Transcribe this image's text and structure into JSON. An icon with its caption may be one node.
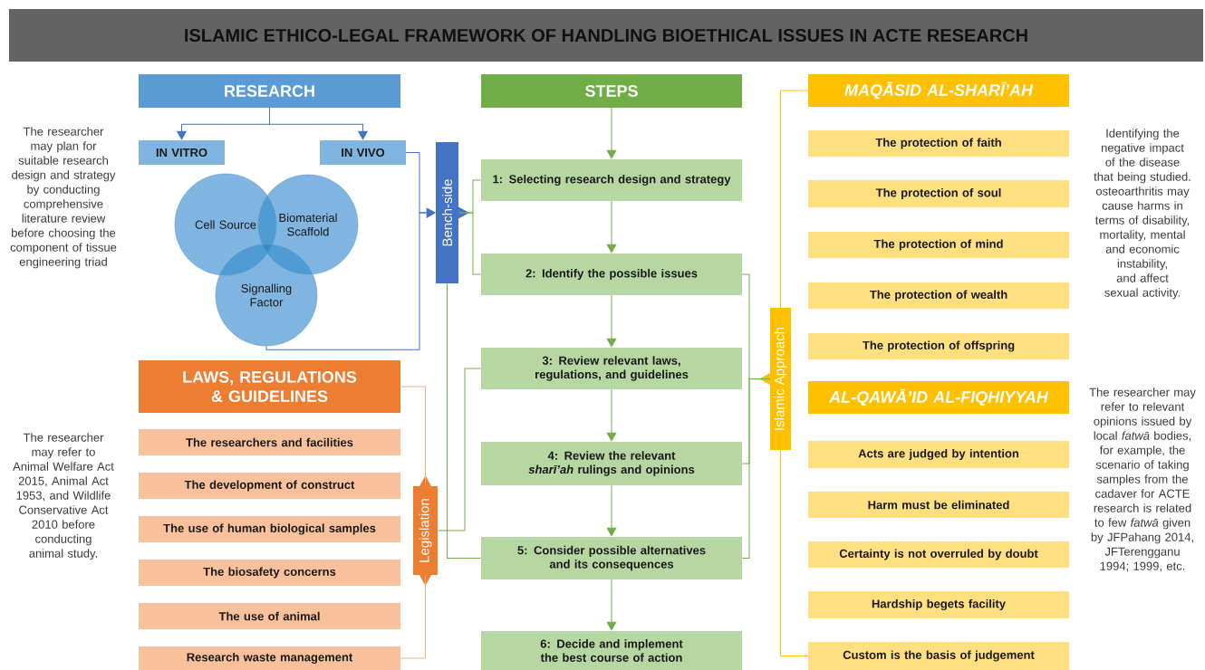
{
  "diagram": {
    "title": "ISLAMIC ETHICO-LEGAL FRAMEWORK OF HANDLING BIOETHICAL ISSUES IN ACTE RESEARCH",
    "nodes": [
      {
        "text": [
          "RESEARCH"
        ]
      },
      {
        "text": [
          "IN VITRO"
        ]
      },
      {
        "text": [
          "IN VIVO"
        ]
      },
      {
        "text": [
          "Cell Source"
        ]
      },
      {
        "text": [
          "Biomaterial Scaffold"
        ]
      },
      {
        "text": [
          "Signalling Factor"
        ]
      },
      {
        "text": [
          "Bench-side"
        ]
      },
      {
        "text": [
          "STEPS"
        ]
      },
      {
        "text": [
          "1: Selecting research design and strategy"
        ]
      },
      {
        "text": [
          "2: Identify the possible issues"
        ]
      },
      {
        "text": [
          "3: Review relevant laws, regulations, and guidelines"
        ]
      },
      {
        "text": [
          "4: Review the relevant *sharī’ah* rulings and opinions"
        ]
      },
      {
        "text": [
          "5: Consider possible alternatives and its consequences"
        ]
      },
      {
        "text": [
          "6: Decide and implement the best course of action"
        ]
      },
      {
        "text": [
          "LAWS, REGULATIONS & GUIDELINES"
        ]
      },
      {
        "text": [
          "The researchers and facilities"
        ]
      },
      {
        "text": [
          "The development of construct"
        ]
      },
      {
        "text": [
          "The use of human biological samples"
        ]
      },
      {
        "text": [
          "The biosafety concerns"
        ]
      },
      {
        "text": [
          "The use of animal"
        ]
      },
      {
        "text": [
          "Research waste management"
        ]
      },
      {
        "text": [
          "Legislation"
        ]
      },
      {
        "text": [
          "MAQĀSID AL-SHARĪ’AH"
        ]
      },
      {
        "text": [
          "The protection of faith"
        ]
      },
      {
        "text": [
          "The protection of soul"
        ]
      },
      {
        "text": [
          "The protection of mind"
        ]
      },
      {
        "text": [
          "The protection of wealth"
        ]
      },
      {
        "text": [
          "The protection of offspring"
        ]
      },
      {
        "text": [
          "AL-QAWĀ’ID AL-FIQHIYYAH"
        ]
      },
      {
        "text": [
          "Acts are judged by intention"
        ]
      },
      {
        "text": [
          "Harm must be eliminated"
        ]
      },
      {
        "text": [
          "Certainty is not overruled by doubt"
        ]
      },
      {
        "text": [
          "Hardship begets facility"
        ]
      },
      {
        "text": [
          "Custom is the basis of judgement"
        ]
      },
      {
        "text": [
          "Islamic Approach"
        ]
      }
    ],
    "edges": [
      {
        "from": 0,
        "to": 1,
        "arrow": "to",
        "color": "#4472c4"
      },
      {
        "from": 0,
        "to": 2,
        "arrow": "to",
        "color": "#4472c4"
      },
      {
        "from": 2,
        "to": 6,
        "arrow": "to",
        "color": "#4472c4"
      },
      {
        "from": 5,
        "to": 6,
        "arrow": "to",
        "color": "#4472c4"
      },
      {
        "from": 6,
        "to": 8,
        "arrow": "none"
      },
      {
        "from": 6,
        "to": 9,
        "arrow": "none"
      },
      {
        "from": 6,
        "to": 12,
        "arrow": "none"
      },
      {
        "from": 7,
        "to": 8,
        "arrow": "to"
      },
      {
        "from": 8,
        "to": 9,
        "arrow": "to"
      },
      {
        "from": 9,
        "to": 10,
        "arrow": "to"
      },
      {
        "from": 10,
        "to": 11,
        "arrow": "to"
      },
      {
        "from": 11,
        "to": 12,
        "arrow": "to"
      },
      {
        "from": 12,
        "to": 13,
        "arrow": "to"
      },
      {
        "from": 21,
        "to": 14,
        "arrow": "none",
        "color": "#f4b183"
      },
      {
        "from": 21,
        "to": 20,
        "arrow": "none",
        "color": "#f4b183"
      },
      {
        "from": 21,
        "to": 10,
        "arrow": "none"
      },
      {
        "from": 34,
        "to": 22,
        "arrow": "none",
        "color": "#ffc000"
      },
      {
        "from": 34,
        "to": 33,
        "arrow": "none",
        "color": "#ffc000"
      },
      {
        "from": 34,
        "to": 9,
        "arrow": "none"
      },
      {
        "from": 34,
        "to": 11,
        "arrow": "none"
      },
      {
        "from": 34,
        "to": 12,
        "arrow": "none"
      }
    ],
    "labels": [
      "The researcher may plan for suitable research design and strategy by conducting comprehensive literature review before choosing the component of tissue engineering triad",
      "Identifying the negative impact of the disease that being studied. osteoarthritis may cause harms in terms of disability, mortality, mental and economic instability, and affect sexual activity.",
      "The researcher may refer to Animal Welfare Act 2015, Animal Act 1953, and Wildlife Conservative Act 2010 before conducting animal study.",
      "The researcher may refer to relevant opinions issued by local *fatwā* bodies, for example, the scenario of taking samples from the cadaver for ACTE research is related to few *fatwā* given by JFPahang 2014, JFTerengganu 1994; 1999, etc."
    ]
  }
}
